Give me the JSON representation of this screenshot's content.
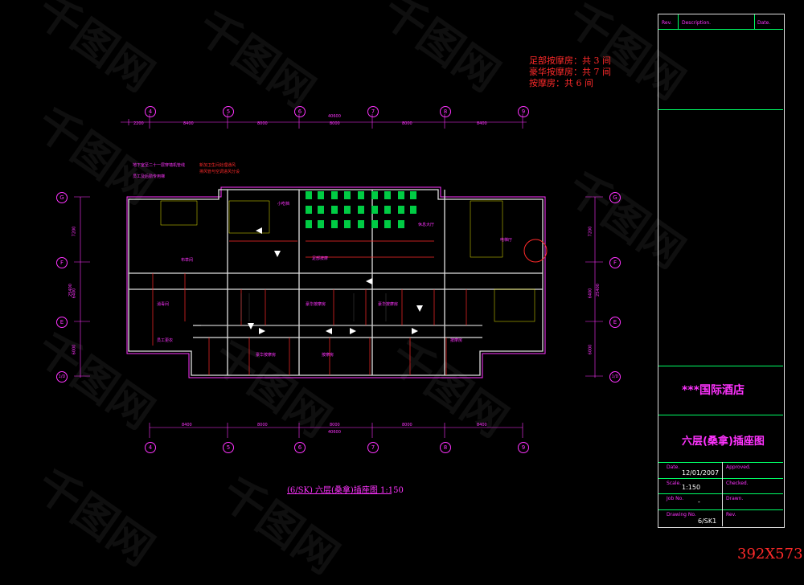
{
  "legend": {
    "line1": "足部按摩房：共 3 间",
    "line2": "豪华按摩房：共 7 间",
    "line3": "按摩房：共 6 间"
  },
  "axes": {
    "top": [
      "4",
      "5",
      "6",
      "7",
      "8",
      "9"
    ],
    "bottom": [
      "4",
      "5",
      "6",
      "7",
      "8",
      "9"
    ],
    "left": [
      "G",
      "F",
      "E",
      "1/D"
    ],
    "right": [
      "G",
      "F",
      "E",
      "1/D"
    ]
  },
  "dims": {
    "top": [
      "2200",
      "8400",
      "8000",
      "8000",
      "8000",
      "8400"
    ],
    "top_total": "40600",
    "bottom": [
      "8400",
      "8000",
      "8000",
      "8000",
      "8400"
    ],
    "bottom_total": "40600",
    "left": [
      "7200",
      "6400",
      "6000"
    ],
    "left_total": "25400",
    "right": [
      "7200",
      "6400",
      "6000"
    ],
    "right_total": "25400"
  },
  "notes": {
    "n1": "地下室至二十一层穿墙机管线",
    "n2": "员工及后勤专用梯",
    "n3": "新加卫生间处理通风",
    "n4": "排风管与空调进风分设"
  },
  "rooms": [
    "小吃档",
    "足部按摩",
    "豪华按摩房",
    "按摩房",
    "休息大厅",
    "电梯厅",
    "布草间",
    "消毒间",
    "备餐间",
    "员工更衣"
  ],
  "drawing_caption": "(6/SK) 六层(桑拿)插座图 1:150",
  "title_block": {
    "rev_label": "Rev.",
    "description_label": "Description.",
    "date_header_label": "Date.",
    "project": "***国际酒店",
    "drawing_title": "六层(桑拿)插座图",
    "date_label": "Date.",
    "date_value": "12/01/2007",
    "approved_label": "Approved.",
    "scale_label": "Scale.",
    "scale_value": "1:150",
    "checked_label": "Checked.",
    "job_label": "Job No.",
    "job_value": "-",
    "drawn_label": "Drawn.",
    "drawing_no_label": "Drawing No.",
    "drawing_no_value": "6/SK1",
    "rev_label2": "Rev."
  },
  "watermark": "千图网",
  "size_stamp": "392X573",
  "colors": {
    "magenta": "#ff33ff",
    "red": "#ff2a2a",
    "green": "#00ff66",
    "white": "#ffffff",
    "background": "#000000"
  }
}
